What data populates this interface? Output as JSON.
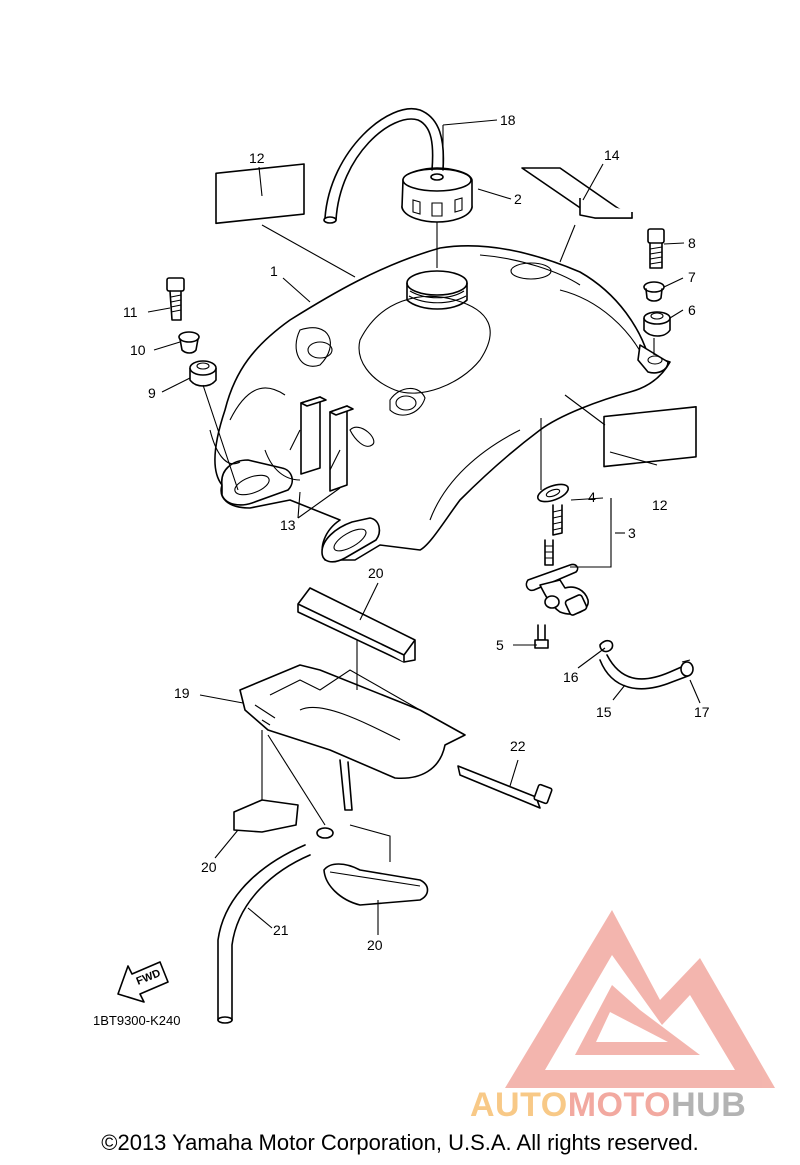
{
  "diagram": {
    "drawing_code": "1BT9300-K240",
    "fwd_label": "FWD",
    "copyright": "©2013 Yamaha Motor Corporation, U.S.A. All rights reserved.",
    "callouts": [
      {
        "id": "c18",
        "label": "18"
      },
      {
        "id": "c2",
        "label": "2"
      },
      {
        "id": "c14",
        "label": "14"
      },
      {
        "id": "c12a",
        "label": "12"
      },
      {
        "id": "c8",
        "label": "8"
      },
      {
        "id": "c7",
        "label": "7"
      },
      {
        "id": "c6",
        "label": "6"
      },
      {
        "id": "c1",
        "label": "1"
      },
      {
        "id": "c11",
        "label": "11"
      },
      {
        "id": "c10",
        "label": "10"
      },
      {
        "id": "c9",
        "label": "9"
      },
      {
        "id": "c12b",
        "label": "12"
      },
      {
        "id": "c4",
        "label": "4"
      },
      {
        "id": "c3",
        "label": "3"
      },
      {
        "id": "c13",
        "label": "13"
      },
      {
        "id": "c20a",
        "label": "20"
      },
      {
        "id": "c5",
        "label": "5"
      },
      {
        "id": "c16",
        "label": "16"
      },
      {
        "id": "c19",
        "label": "19"
      },
      {
        "id": "c15",
        "label": "15"
      },
      {
        "id": "c17",
        "label": "17"
      },
      {
        "id": "c22",
        "label": "22"
      },
      {
        "id": "c20b",
        "label": "20"
      },
      {
        "id": "c21",
        "label": "21"
      },
      {
        "id": "c20c",
        "label": "20"
      }
    ]
  },
  "watermark": {
    "part1": "AUTO",
    "part2": "MOTO",
    "part3": "HUB",
    "colors": {
      "auto": "#f8c987",
      "moto": "#f2a9a0",
      "hub": "#b3b3b3",
      "logo": "#ef8f85"
    }
  }
}
